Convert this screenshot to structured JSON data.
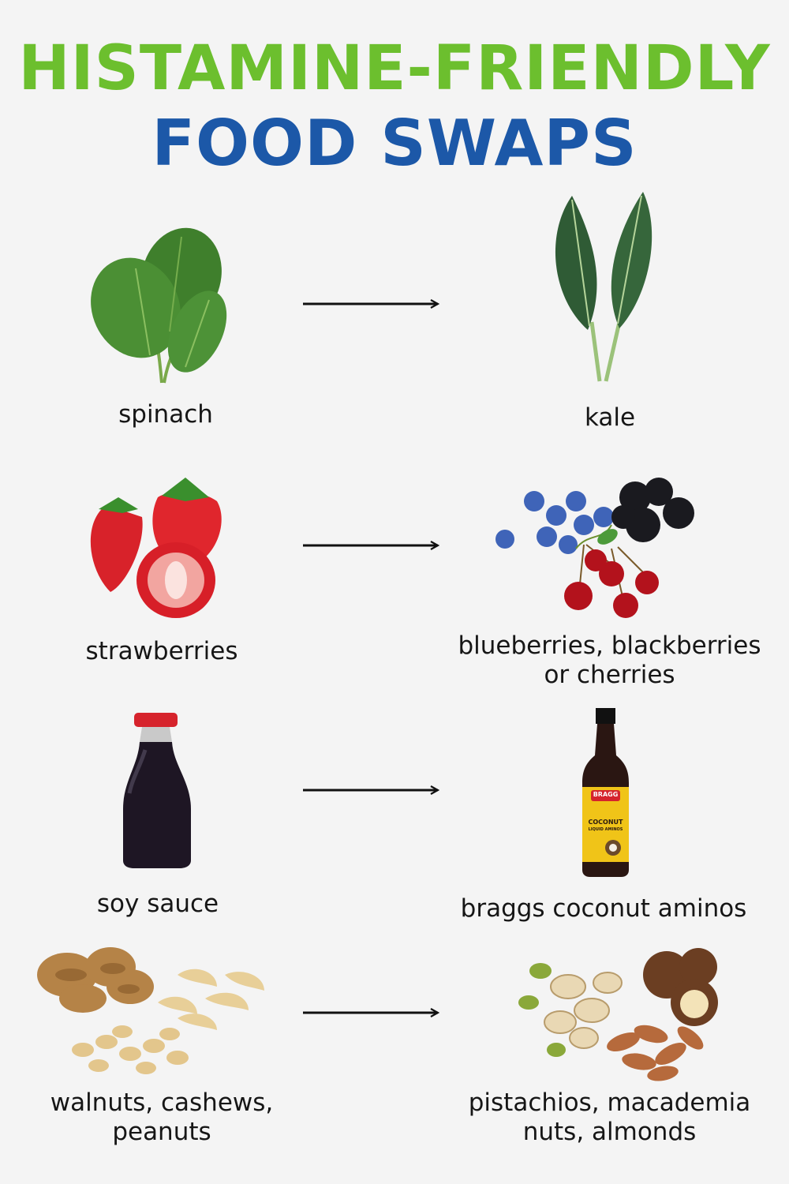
{
  "title": {
    "line1": "HISTAMINE-FRIENDLY",
    "line2": "FOOD SWAPS",
    "line1_color": "#6cbf2e",
    "line2_color": "#1c58a8"
  },
  "swaps": [
    {
      "from": {
        "label": "spinach",
        "icon": "spinach-icon"
      },
      "to": {
        "label": "kale",
        "icon": "kale-icon"
      }
    },
    {
      "from": {
        "label": "strawberries",
        "icon": "strawberries-icon"
      },
      "to": {
        "label_line1": "blueberries, blackberries",
        "label_line2": "or cherries",
        "icon": "berries-cherries-icon"
      }
    },
    {
      "from": {
        "label": "soy sauce",
        "icon": "soy-sauce-bottle-icon"
      },
      "to": {
        "label": "braggs coconut aminos",
        "icon": "coconut-aminos-bottle-icon",
        "bottle_text": {
          "brand": "BRAGG",
          "line1": "COCONUT",
          "line2": "LIQUID AMINOS"
        }
      }
    },
    {
      "from": {
        "label_line1": "walnuts, cashews,",
        "label_line2": "peanuts",
        "icon": "walnuts-cashews-peanuts-icon"
      },
      "to": {
        "label_line1": "pistachios, macademia",
        "label_line2": "nuts, almonds",
        "icon": "pistachios-macadamia-almonds-icon"
      }
    }
  ]
}
